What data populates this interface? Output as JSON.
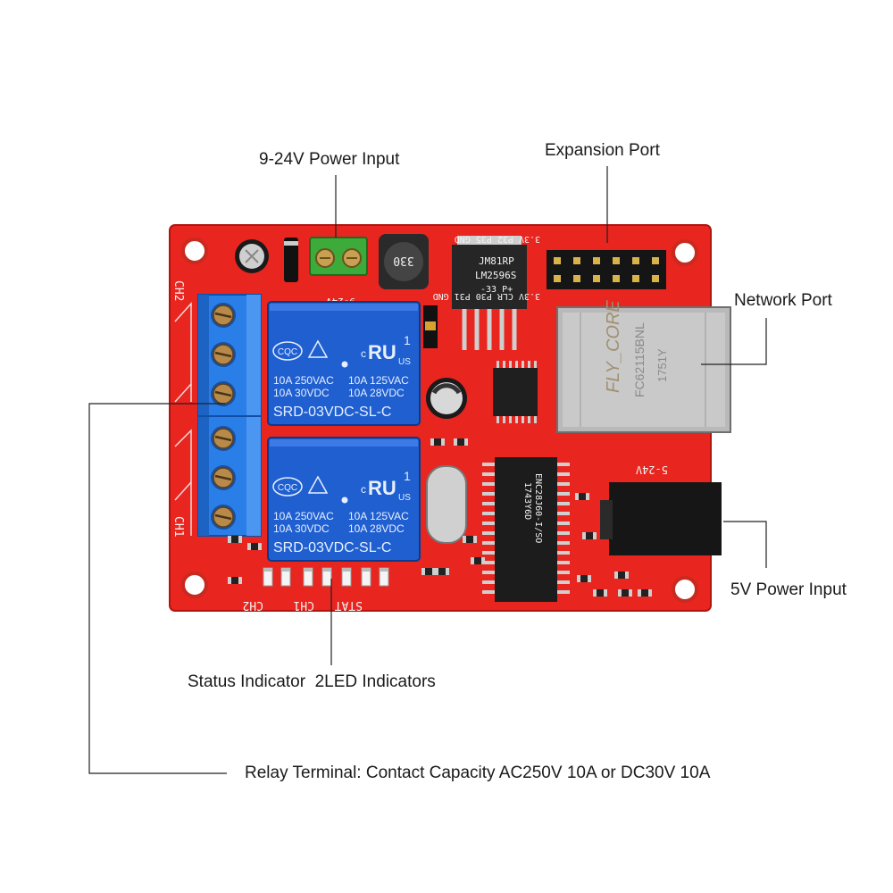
{
  "callouts": {
    "power_input": "9-24V Power Input",
    "expansion_port": "Expansion Port",
    "network_port": "Network Port",
    "usb_power": "5V Power Input",
    "status_indicator": "Status Indicator",
    "led_indicators": "2LED Indicators",
    "relay_terminal": "Relay Terminal: Contact Capacity  AC250V 10A or DC30V 10A"
  },
  "board_labels": {
    "ch1": "CH1",
    "ch2": "CH2",
    "stat": "STAT",
    "v924": "9-24V",
    "v524": "5-24V",
    "header_top": "3.3V P32  P35  GND",
    "header_bottom": "3.3V CLR P30 P31 GND",
    "inductor": "330",
    "regulator_line1": "JM81RP",
    "regulator_line2": "LM2596S",
    "regulator_line3": "-33  P+",
    "rj45_brand": "FLY_CORE",
    "rj45_model": "FC62115BNL",
    "rj45_code": "1751Y",
    "mcu_text": "ENC28J60-I/SO",
    "mcu_code": "1743Y6D"
  },
  "relay": {
    "logo_left": "CQC",
    "logo_ul": "c",
    "logo_us": "US",
    "number": "1",
    "ratings_left": [
      "10A 250VAC",
      "10A  30VDC"
    ],
    "ratings_right": [
      "10A 125VAC",
      "10A  28VDC"
    ],
    "model": "SRD-03VDC-SL-C"
  },
  "colors": {
    "pcb": "#e8251e",
    "relay": "#1f5fd0",
    "terminal": "#2a7ee8",
    "header": "#151515",
    "rj45": "#b9b9b9"
  }
}
